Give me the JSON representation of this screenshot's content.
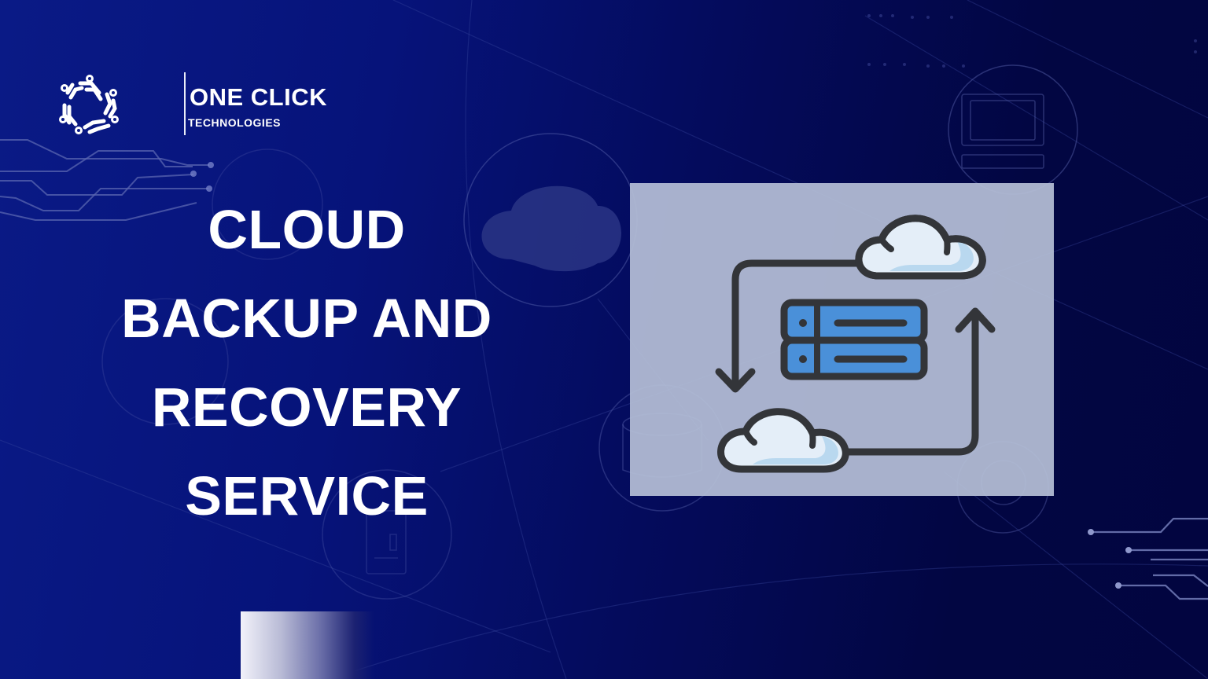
{
  "brand": {
    "name": "ONE CLICK",
    "tagline": "TECHNOLOGIES",
    "logo_icon": "circuit-ring-logo-icon"
  },
  "headline": {
    "lines": [
      "CLOUD",
      "BACKUP AND",
      "RECOVERY",
      "SERVICE"
    ]
  },
  "illustration": {
    "icons": [
      "cloud-icon",
      "server-icon",
      "cloud-icon",
      "arrow-down-icon",
      "arrow-up-icon"
    ],
    "colors": {
      "card_background": "#b5bed6",
      "outline": "#333539",
      "cloud_fill": "#e4eef8",
      "cloud_shade": "#b9d8ef",
      "server_fill": "#4a90d9"
    }
  },
  "colors": {
    "background_left": "#0a1a86",
    "background_right": "#020540",
    "text": "#ffffff",
    "decor_lines": "#5a65b0"
  }
}
